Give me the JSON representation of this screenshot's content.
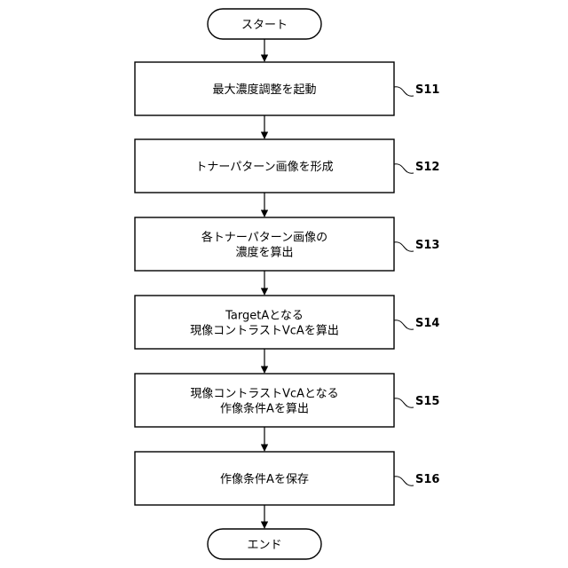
{
  "start": {
    "label": "スタート"
  },
  "end": {
    "label": "エンド"
  },
  "steps": [
    {
      "id": "S11",
      "lines": [
        "最大濃度調整を起動"
      ]
    },
    {
      "id": "S12",
      "lines": [
        "トナーパターン画像を形成"
      ]
    },
    {
      "id": "S13",
      "lines": [
        "各トナーパターン画像の",
        "濃度を算出"
      ]
    },
    {
      "id": "S14",
      "lines": [
        "TargetAとなる",
        "現像コントラストVcAを算出"
      ]
    },
    {
      "id": "S15",
      "lines": [
        "現像コントラストVcAとなる",
        "作像条件Aを算出"
      ]
    },
    {
      "id": "S16",
      "lines": [
        "作像条件Aを保存"
      ]
    }
  ]
}
